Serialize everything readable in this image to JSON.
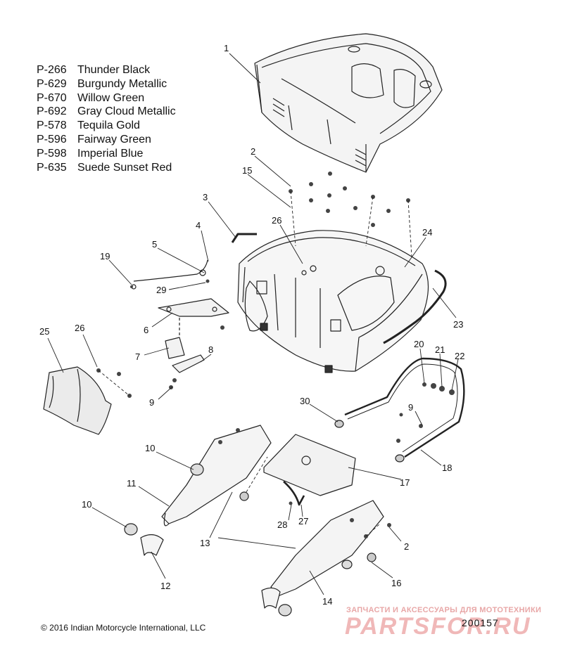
{
  "legend": [
    {
      "code": "P-266",
      "name": "Thunder Black"
    },
    {
      "code": "P-629",
      "name": "Burgundy Metallic"
    },
    {
      "code": "P-670",
      "name": "Willow Green"
    },
    {
      "code": "P-692",
      "name": "Gray Cloud Metallic"
    },
    {
      "code": "P-578",
      "name": "Tequila Gold"
    },
    {
      "code": "P-596",
      "name": "Fairway Green"
    },
    {
      "code": "P-598",
      "name": "Imperial Blue"
    },
    {
      "code": "P-635",
      "name": "Suede Sunset Red"
    }
  ],
  "callouts": {
    "c1": "1",
    "c2a": "2",
    "c2b": "2",
    "c3": "3",
    "c4": "4",
    "c5": "5",
    "c6": "6",
    "c7": "7",
    "c8": "8",
    "c9a": "9",
    "c9b": "9",
    "c10a": "10",
    "c10b": "10",
    "c11": "11",
    "c12": "12",
    "c13": "13",
    "c14": "14",
    "c15": "15",
    "c16": "16",
    "c17": "17",
    "c18": "18",
    "c19": "19",
    "c20": "20",
    "c21": "21",
    "c22": "22",
    "c23": "23",
    "c24": "24",
    "c25": "25",
    "c26a": "26",
    "c26b": "26",
    "c27": "27",
    "c28": "28",
    "c29": "29",
    "c30": "30"
  },
  "footer": {
    "copyright": "© 2016 Indian Motorcycle International, LLC",
    "doc_id": "200157"
  },
  "watermark": {
    "tagline": "ЗАПЧАСТИ И АКСЕССУАРЫ ДЛЯ МОТОТЕХНИКИ",
    "logo": "PARTSFOR.RU"
  },
  "colors": {
    "line": "#222222",
    "watermark": "#f0b8b8"
  }
}
